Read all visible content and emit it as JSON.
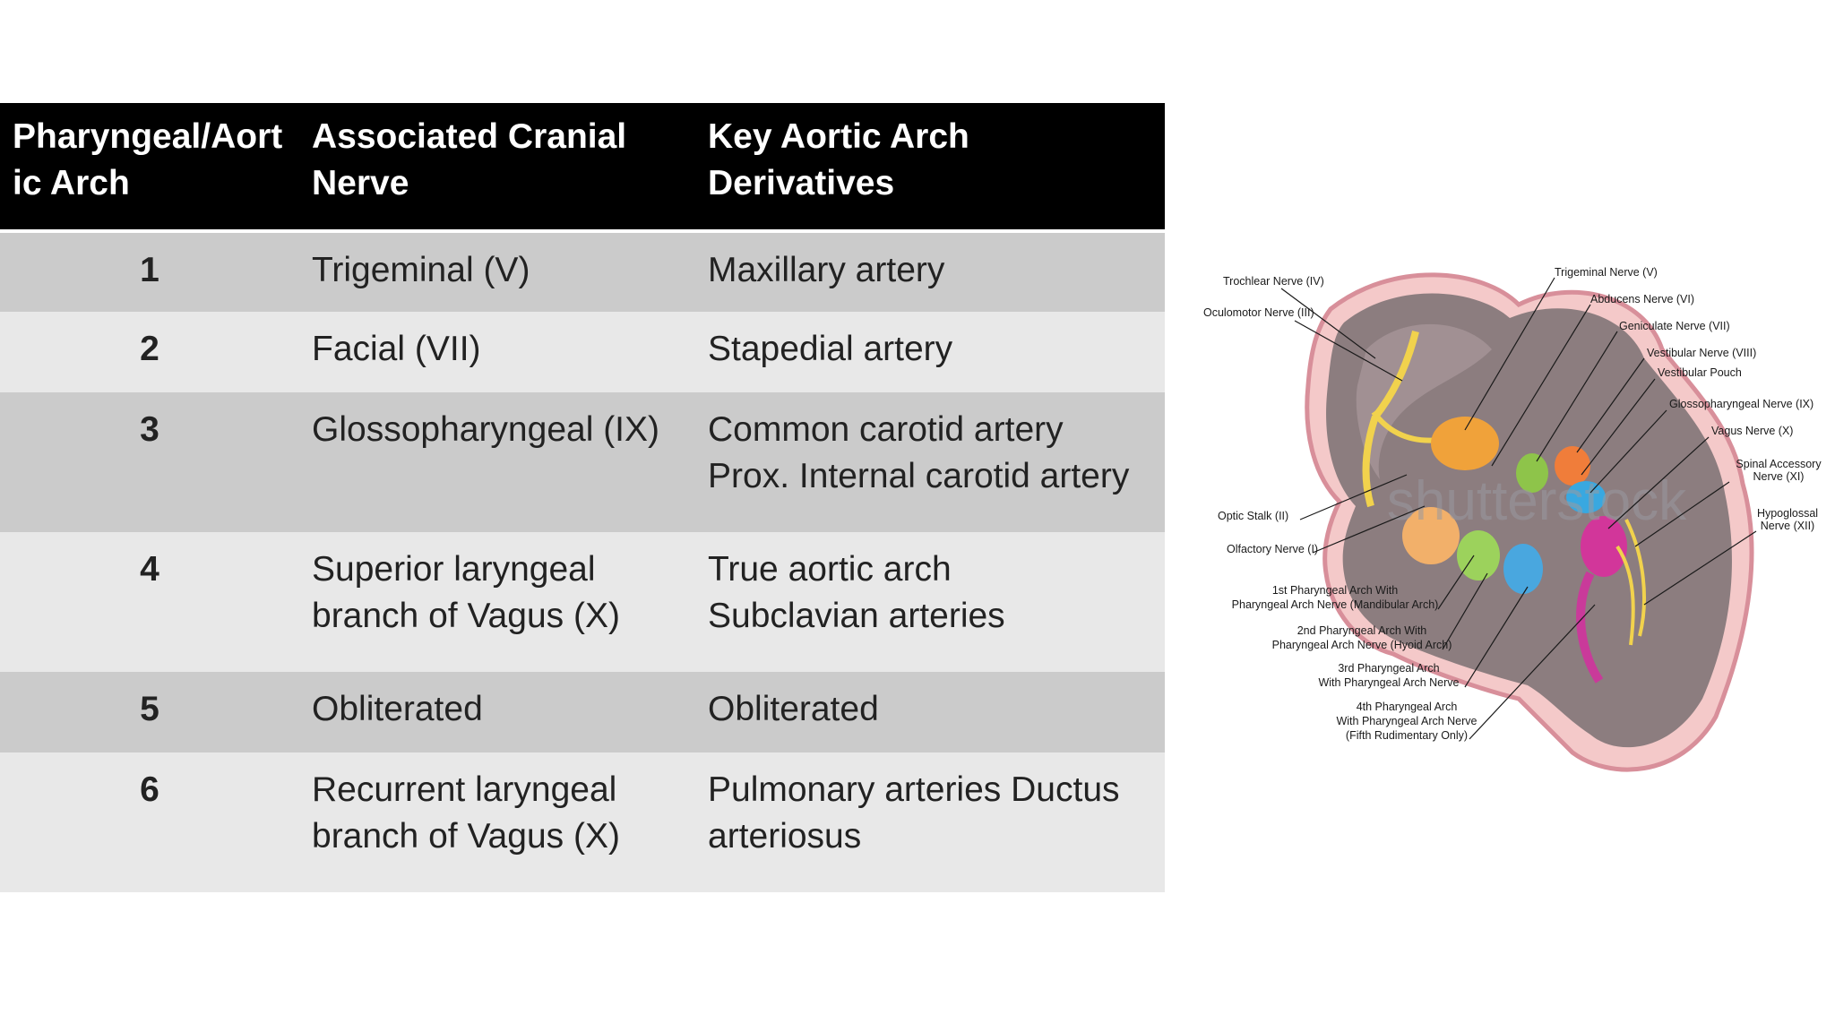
{
  "table": {
    "headers": [
      [
        "Pharyngeal/Aort",
        "ic Arch"
      ],
      [
        "Associated Cranial",
        "Nerve"
      ],
      [
        "Key Aortic Arch Derivatives"
      ]
    ],
    "rows": [
      {
        "arch": "1",
        "nerve": [
          "Trigeminal (V)"
        ],
        "derivatives": [
          "Maxillary artery"
        ]
      },
      {
        "arch": "2",
        "nerve": [
          "Facial (VII)"
        ],
        "derivatives": [
          "Stapedial artery"
        ]
      },
      {
        "arch": "3",
        "nerve": [
          "Glossopharyngeal (IX)"
        ],
        "derivatives": [
          "Common carotid artery",
          "Prox. Internal carotid artery"
        ]
      },
      {
        "arch": "4",
        "nerve": [
          "Superior laryngeal",
          "branch of Vagus (X)"
        ],
        "derivatives": [
          "True aortic arch",
          "Subclavian arteries"
        ]
      },
      {
        "arch": "5",
        "nerve": [
          "Obliterated"
        ],
        "derivatives": [
          "Obliterated"
        ]
      },
      {
        "arch": "6",
        "nerve": [
          "Recurrent laryngeal",
          "branch of Vagus (X)"
        ],
        "derivatives": [
          "Pulmonary arteries Ductus",
          "arteriosus"
        ]
      }
    ]
  },
  "figure": {
    "watermark": "shutterstock",
    "labels_left": {
      "trochlear": "Trochlear Nerve (IV)",
      "oculomotor": "Oculomotor Nerve (III)",
      "optic": "Optic Stalk (II)",
      "olfactory": "Olfactory Nerve (I)",
      "arch1": [
        "1st Pharyngeal Arch With",
        "Pharyngeal Arch Nerve (Mandibular Arch)"
      ],
      "arch2": [
        "2nd Pharyngeal Arch With",
        "Pharyngeal Arch Nerve (Hyoid Arch)"
      ],
      "arch3": [
        "3rd Pharyngeal Arch",
        "With Pharyngeal Arch Nerve"
      ],
      "arch4": [
        "4th Pharyngeal Arch",
        "With Pharyngeal Arch Nerve",
        "(Fifth Rudimentary Only)"
      ]
    },
    "labels_right": {
      "trigeminal": "Trigeminal Nerve (V)",
      "abducens": "Abducens Nerve (VI)",
      "geniculate": "Geniculate Nerve (VII)",
      "vestibular_nerve": "Vestibular Nerve (VIII)",
      "vestibular_pouch": "Vestibular Pouch",
      "glossopharyngeal": "Glossopharyngeal Nerve (IX)",
      "vagus": "Vagus Nerve (X)",
      "spinal_accessory": [
        "Spinal Accessory",
        "Nerve (XI)"
      ],
      "hypoglossal": [
        "Hypoglossal",
        "Nerve (XII)"
      ]
    }
  }
}
